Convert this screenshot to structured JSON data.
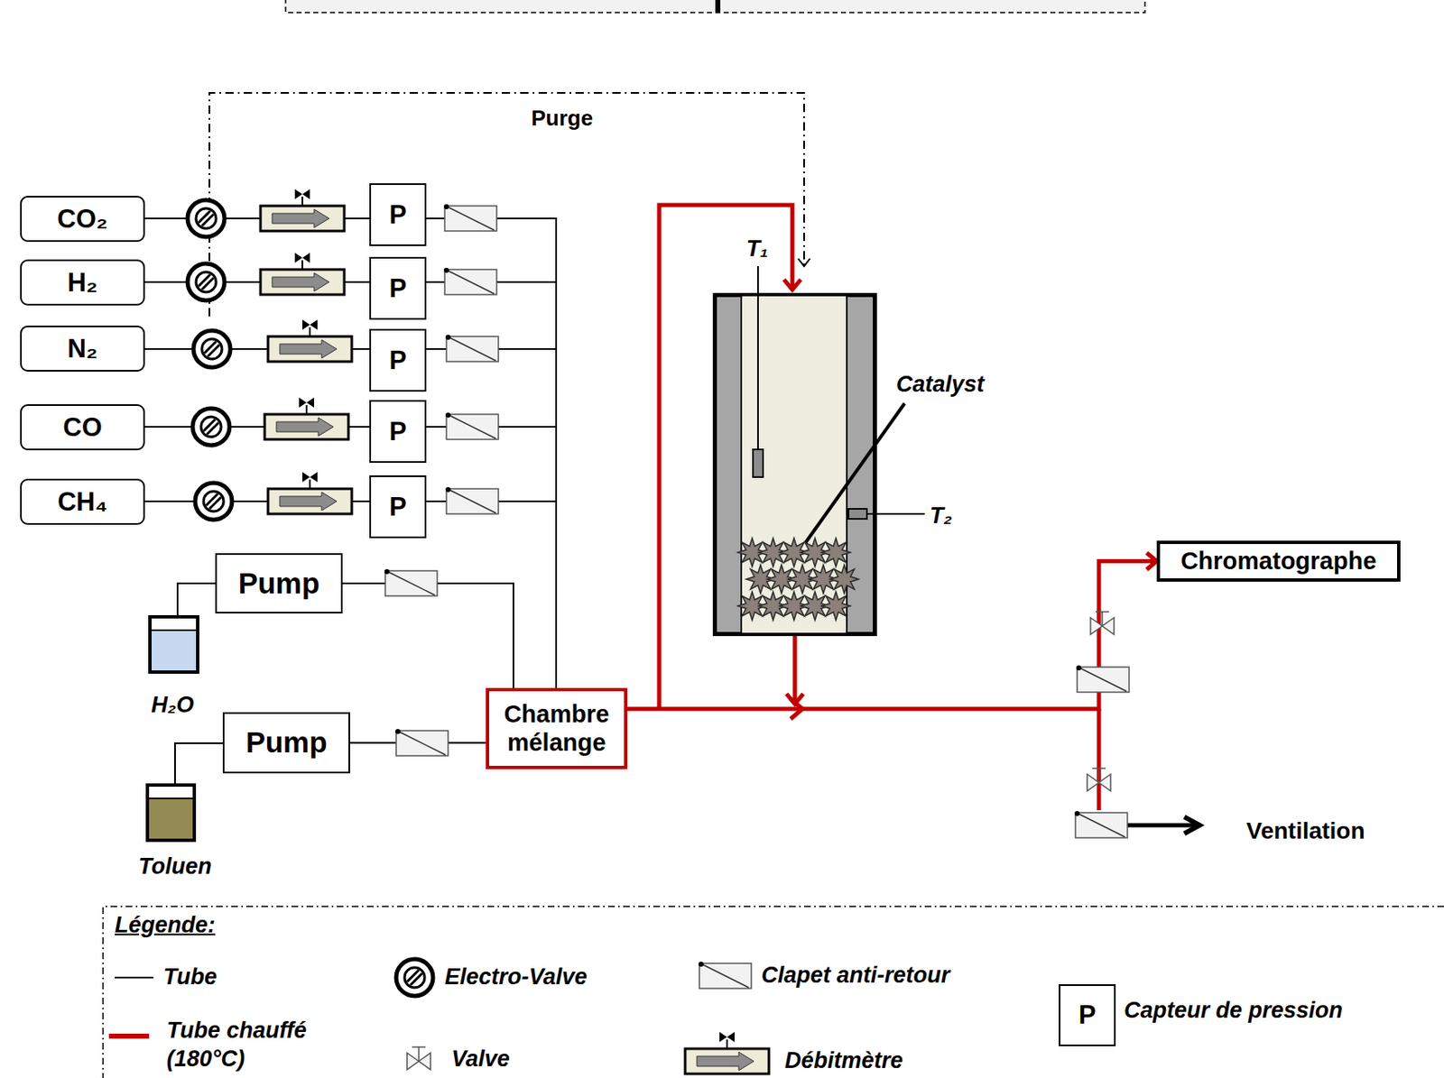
{
  "diagram": {
    "nodes": [
      {
        "text": [
          "CO₂"
        ]
      },
      {
        "text": [
          "P"
        ]
      },
      {
        "text": [
          "H₂"
        ]
      },
      {
        "text": [
          "P"
        ]
      },
      {
        "text": [
          "N₂"
        ]
      },
      {
        "text": [
          "P"
        ]
      },
      {
        "text": [
          "CO"
        ]
      },
      {
        "text": [
          "P"
        ]
      },
      {
        "text": [
          "CH₄"
        ]
      },
      {
        "text": [
          "P"
        ]
      },
      {
        "text": [
          "Pump"
        ]
      },
      {
        "text": [
          "Pump"
        ]
      },
      {
        "text": [
          "Chambre mélange"
        ]
      },
      {
        "text": [
          "Chromatographe"
        ]
      }
    ],
    "edges": [
      {
        "from": 0,
        "to": 1,
        "arrow": "none"
      },
      {
        "from": 2,
        "to": 3,
        "arrow": "none"
      },
      {
        "from": 4,
        "to": 5,
        "arrow": "none"
      },
      {
        "from": 6,
        "to": 7,
        "arrow": "none"
      },
      {
        "from": 8,
        "to": 9,
        "arrow": "none"
      },
      {
        "from": 1,
        "to": 12,
        "arrow": "none"
      },
      {
        "from": 3,
        "to": 12,
        "arrow": "none"
      },
      {
        "from": 5,
        "to": 12,
        "arrow": "none"
      },
      {
        "from": 7,
        "to": 12,
        "arrow": "none"
      },
      {
        "from": 9,
        "to": 12,
        "arrow": "none"
      },
      {
        "from": 10,
        "to": 12,
        "arrow": "none"
      },
      {
        "from": 11,
        "to": 12,
        "arrow": "none"
      },
      {
        "from": 12,
        "to": 13,
        "arrow": "to"
      }
    ],
    "labels": [
      "Purge",
      "T₁",
      "Catalyst",
      "T₂",
      "H₂O",
      "Toluen",
      "Ventilation",
      "Légende:",
      "P"
    ],
    "legend": [
      {
        "text": "Tube"
      },
      {
        "text": "Tube chauffé (180°C)"
      },
      {
        "text": "Electro-Valve"
      },
      {
        "text": "Valve"
      },
      {
        "text": "Clapet anti-retour"
      },
      {
        "text": "Débitmètre"
      },
      {
        "text": "Capteur de pression"
      }
    ]
  }
}
